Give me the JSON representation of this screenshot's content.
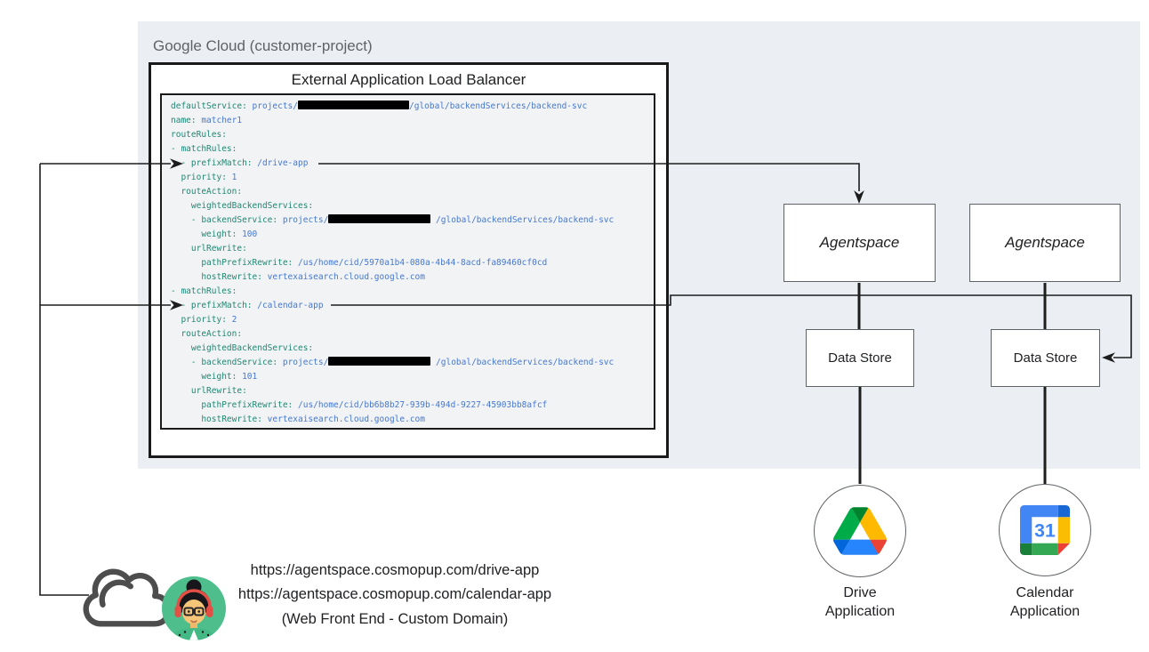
{
  "colors": {
    "panel_bg": "#EBEEF2",
    "code_bg": "#F1F3F4",
    "code_key": "#208774",
    "code_value": "#4678D2",
    "connector": "#1D1D1D",
    "node_border": "#5F6368",
    "muted_text": "#5F6368",
    "google_blue": "#4285F4",
    "google_green": "#34A853",
    "google_yellow": "#FBBC04",
    "google_red": "#EA4335"
  },
  "gcp": {
    "label": "Google Cloud (customer-project)"
  },
  "load_balancer": {
    "title": "External Application Load Balancer"
  },
  "code": {
    "lines": [
      [
        [
          "k",
          "defaultService: "
        ],
        [
          "v",
          "projects/"
        ],
        [
          "b",
          125
        ],
        [
          "v",
          "/global/backendServices/backend-svc"
        ]
      ],
      [
        [
          "k",
          "name: "
        ],
        [
          "v",
          "matcher1"
        ]
      ],
      [
        [
          "k",
          "routeRules:"
        ]
      ],
      [
        [
          "k",
          "- matchRules:"
        ]
      ],
      [
        [
          "k",
          "  - prefixMatch: "
        ],
        [
          "v",
          "/drive-app"
        ]
      ],
      [
        [
          "k",
          "  priority: "
        ],
        [
          "v",
          "1"
        ]
      ],
      [
        [
          "k",
          "  routeAction:"
        ]
      ],
      [
        [
          "k",
          "    weightedBackendServices:"
        ]
      ],
      [
        [
          "k",
          "    - backendService: "
        ],
        [
          "v",
          "projects/"
        ],
        [
          "b",
          115
        ],
        [
          "v",
          " /global/backendServices/backend-svc"
        ]
      ],
      [
        [
          "k",
          "      weight: "
        ],
        [
          "v",
          "100"
        ]
      ],
      [
        [
          "k",
          "    urlRewrite:"
        ]
      ],
      [
        [
          "k",
          "      pathPrefixRewrite: "
        ],
        [
          "v",
          "/us/home/cid/5970a1b4-080a-4b44-8acd-fa89460cf0cd"
        ]
      ],
      [
        [
          "k",
          "      hostRewrite: "
        ],
        [
          "v",
          "vertexaisearch.cloud.google.com"
        ]
      ],
      [
        [
          "k",
          "- matchRules:"
        ]
      ],
      [
        [
          "k",
          "  - prefixMatch: "
        ],
        [
          "v",
          "/calendar-app"
        ]
      ],
      [
        [
          "k",
          "  priority: "
        ],
        [
          "v",
          "2"
        ]
      ],
      [
        [
          "k",
          "  routeAction:"
        ]
      ],
      [
        [
          "k",
          "    weightedBackendServices:"
        ]
      ],
      [
        [
          "k",
          "    - backendService: "
        ],
        [
          "v",
          "projects/"
        ],
        [
          "b",
          115
        ],
        [
          "v",
          " /global/backendServices/backend-svc"
        ]
      ],
      [
        [
          "k",
          "      weight: "
        ],
        [
          "v",
          "101"
        ]
      ],
      [
        [
          "k",
          "    urlRewrite:"
        ]
      ],
      [
        [
          "k",
          "      pathPrefixRewrite: "
        ],
        [
          "v",
          "/us/home/cid/bb6b8b27-939b-494d-9227-45903bb8afcf"
        ]
      ],
      [
        [
          "k",
          "      hostRewrite: "
        ],
        [
          "v",
          "vertexaisearch.cloud.google.com"
        ]
      ]
    ]
  },
  "nodes": {
    "agentspace_left": "Agentspace",
    "agentspace_right": "Agentspace",
    "datastore_left": "Data Store",
    "datastore_right": "Data Store"
  },
  "apps": {
    "drive": {
      "line1": "Drive",
      "line2": "Application"
    },
    "calendar": {
      "line1": "Calendar",
      "line2": "Application",
      "day": "31"
    }
  },
  "frontend": {
    "url_drive": "https://agentspace.cosmopup.com/drive-app",
    "url_calendar": "https://agentspace.cosmopup.com/calendar-app",
    "caption": "(Web Front End - Custom Domain)"
  }
}
